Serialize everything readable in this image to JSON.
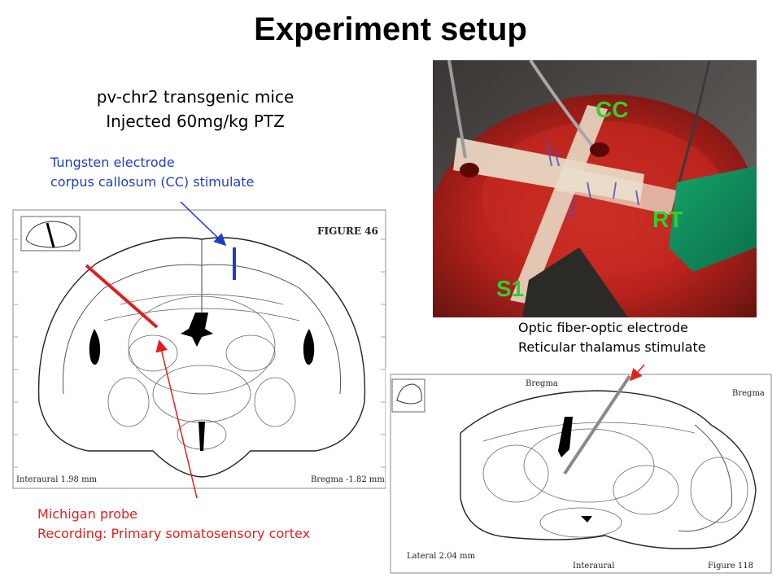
{
  "title": "Experiment setup",
  "subtitle": [
    "pv-chr2 transgenic mice",
    "Injected 60mg/kg PTZ"
  ],
  "tungsten_note": [
    "Tungsten electrode",
    "corpus callosum (CC) stimulate"
  ],
  "optic_note": [
    "Optic fiber-optic electrode",
    "Reticular thalamus stimulate"
  ],
  "michigan_note": [
    "Michigan probe",
    "Recording: Primary somatosensory cortex"
  ],
  "photo_labels": {
    "cc": "CC",
    "rt": "RT",
    "s1": "S1"
  },
  "coronal_atlas": {
    "figure": "FIGURE 46",
    "interaural": "Interaural 1.98 mm",
    "bregma": "Bregma -1.82 mm"
  },
  "sagittal_atlas": {
    "bregma_top": "Bregma",
    "bregma_right": "Bregma",
    "lateral": "Lateral 2.04 mm",
    "interaural": "Interaural",
    "figure": "Figure 118"
  },
  "colors": {
    "stim_blue": "#1f3ec6",
    "record_red": "#e02020",
    "photo_green": "#2fd12f",
    "fiber_gray": "#8a8a8a"
  }
}
